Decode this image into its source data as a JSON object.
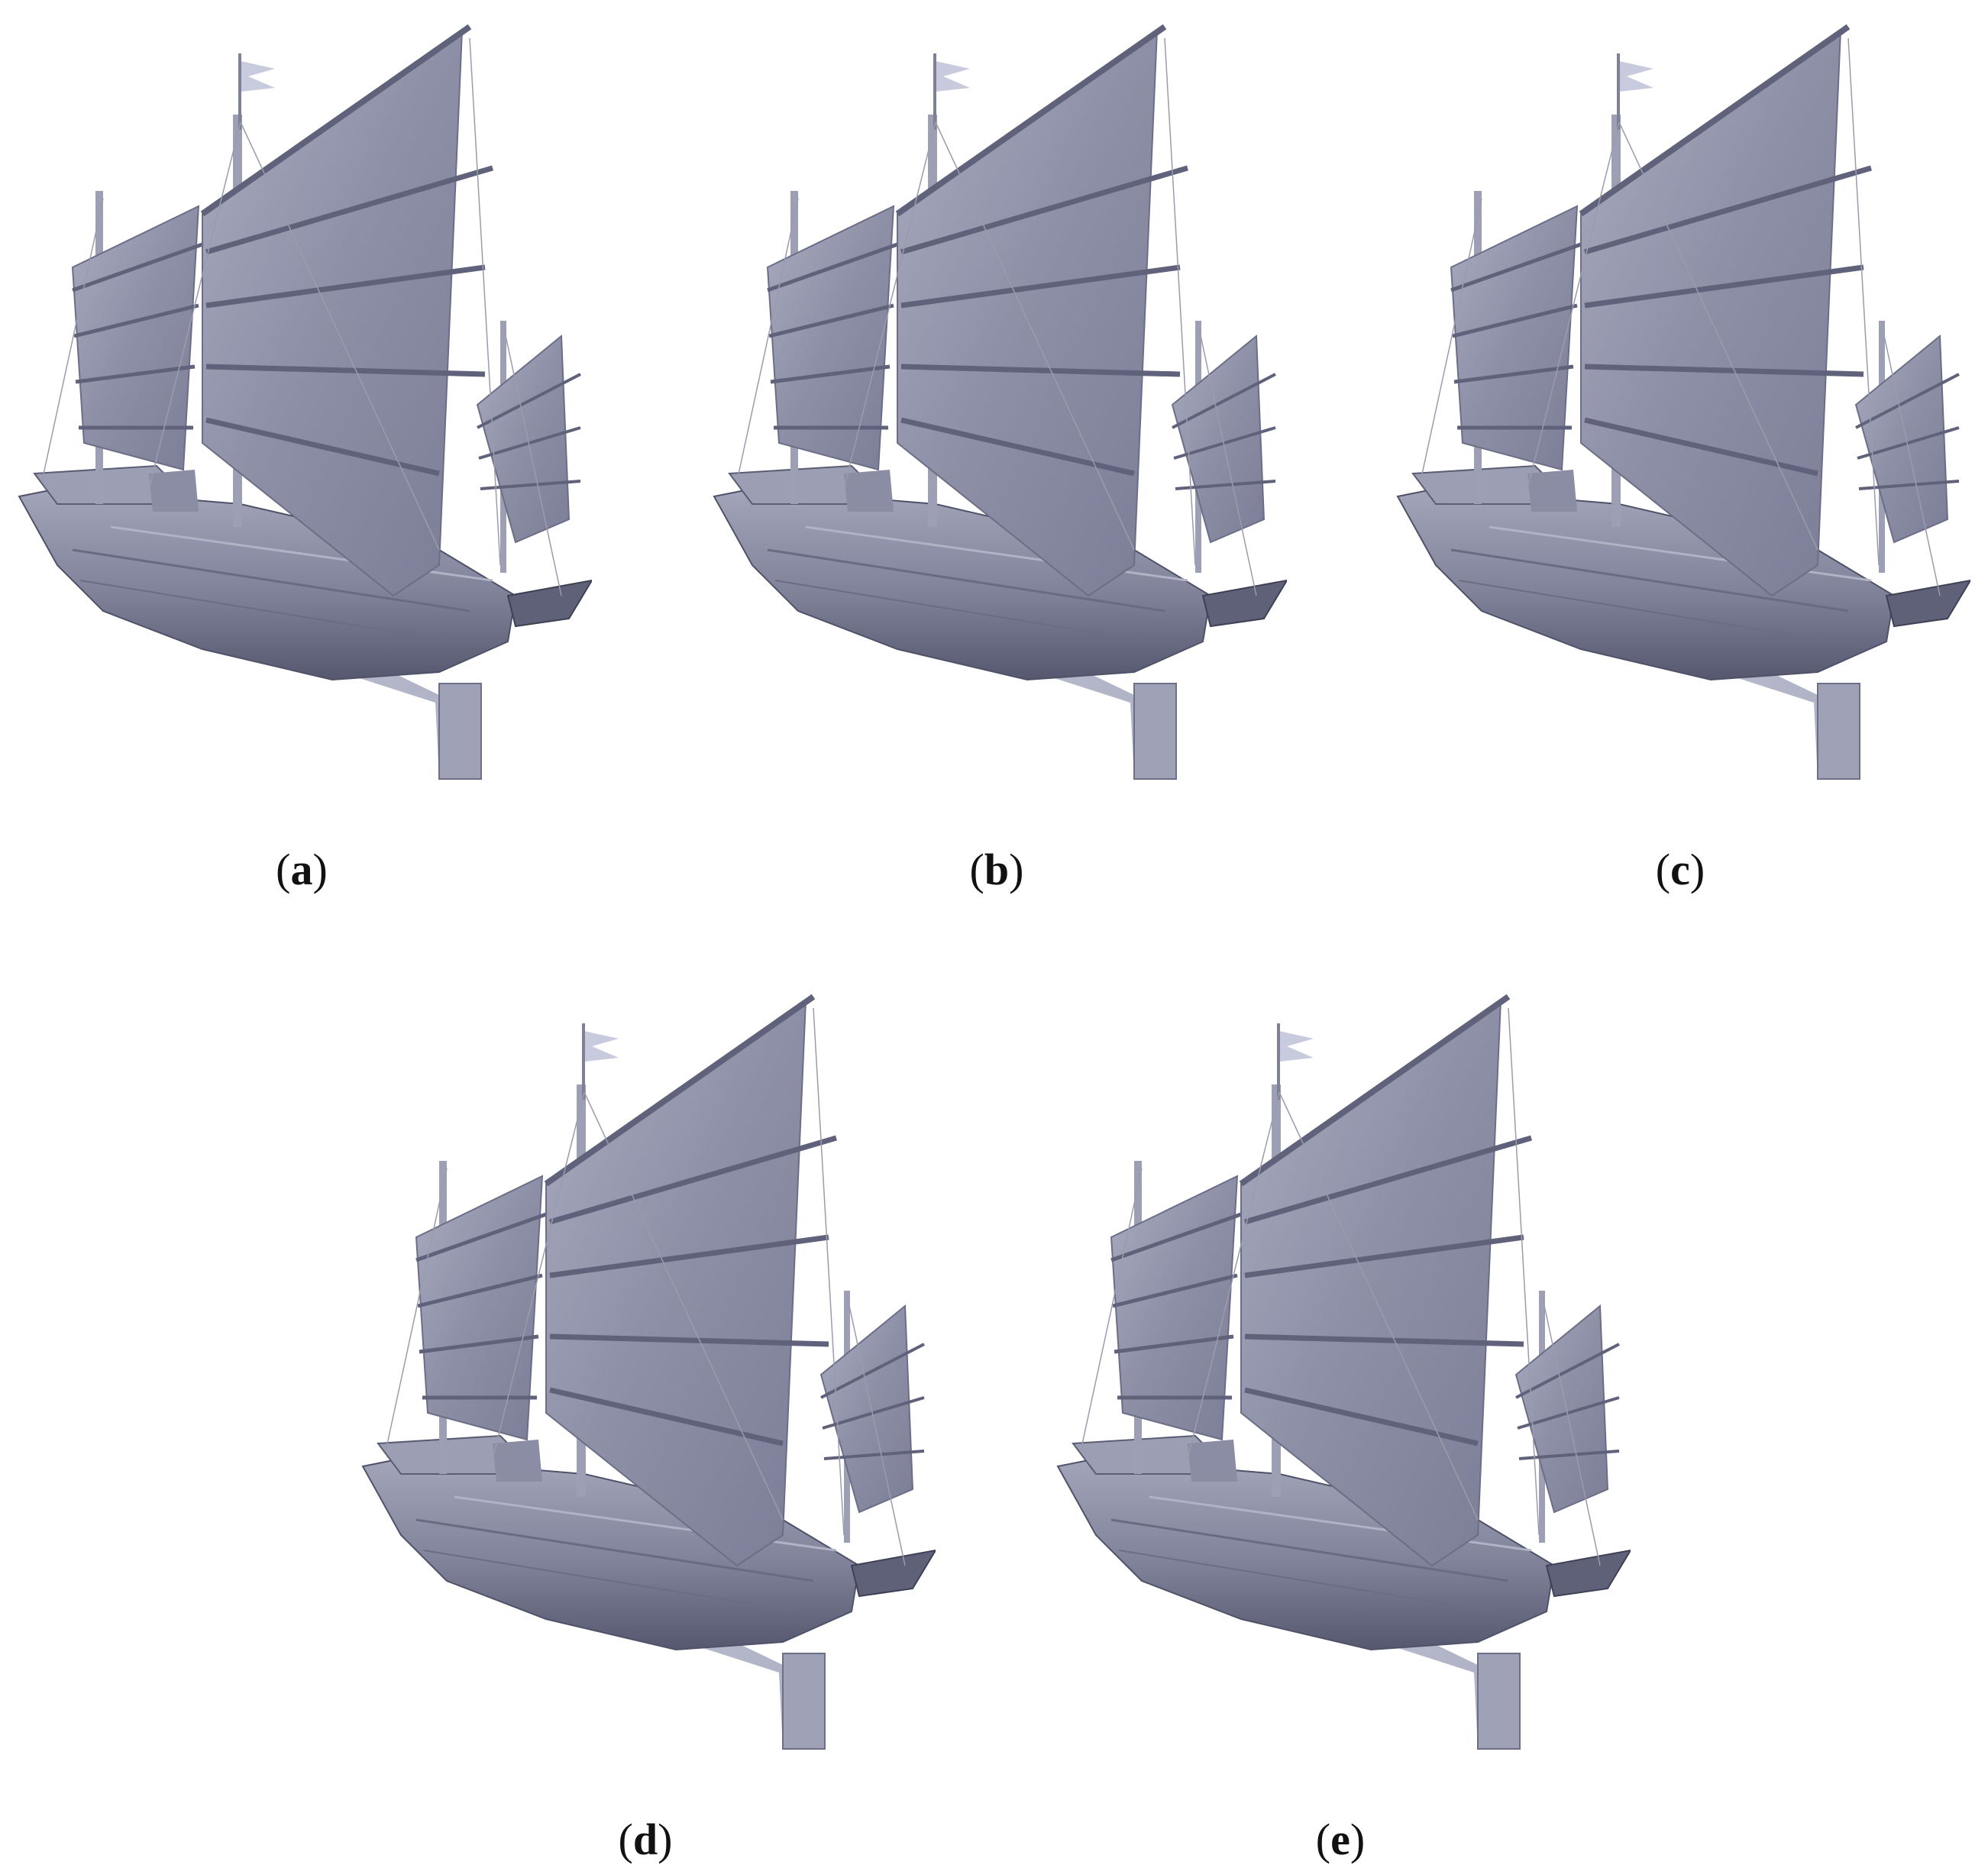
{
  "figure": {
    "panels": [
      {
        "id": "a",
        "label_open": "(",
        "label_letter": "a",
        "label_close": ")"
      },
      {
        "id": "b",
        "label_open": "(",
        "label_letter": "b",
        "label_close": ")"
      },
      {
        "id": "c",
        "label_open": "(",
        "label_letter": "c",
        "label_close": ")"
      },
      {
        "id": "d",
        "label_open": "(",
        "label_letter": "d",
        "label_close": ")"
      },
      {
        "id": "e",
        "label_open": "(",
        "label_letter": "e",
        "label_close": ")"
      }
    ],
    "colors": {
      "hull": "#8a8da6",
      "hull_dark": "#5d6079",
      "sail": "#8e90a8",
      "sail_light": "#b4b6c9",
      "batten": "#5f627a",
      "keel": "#b7b9cc",
      "flag": "#c7c9dc",
      "rigging": "#9a9cad"
    }
  }
}
